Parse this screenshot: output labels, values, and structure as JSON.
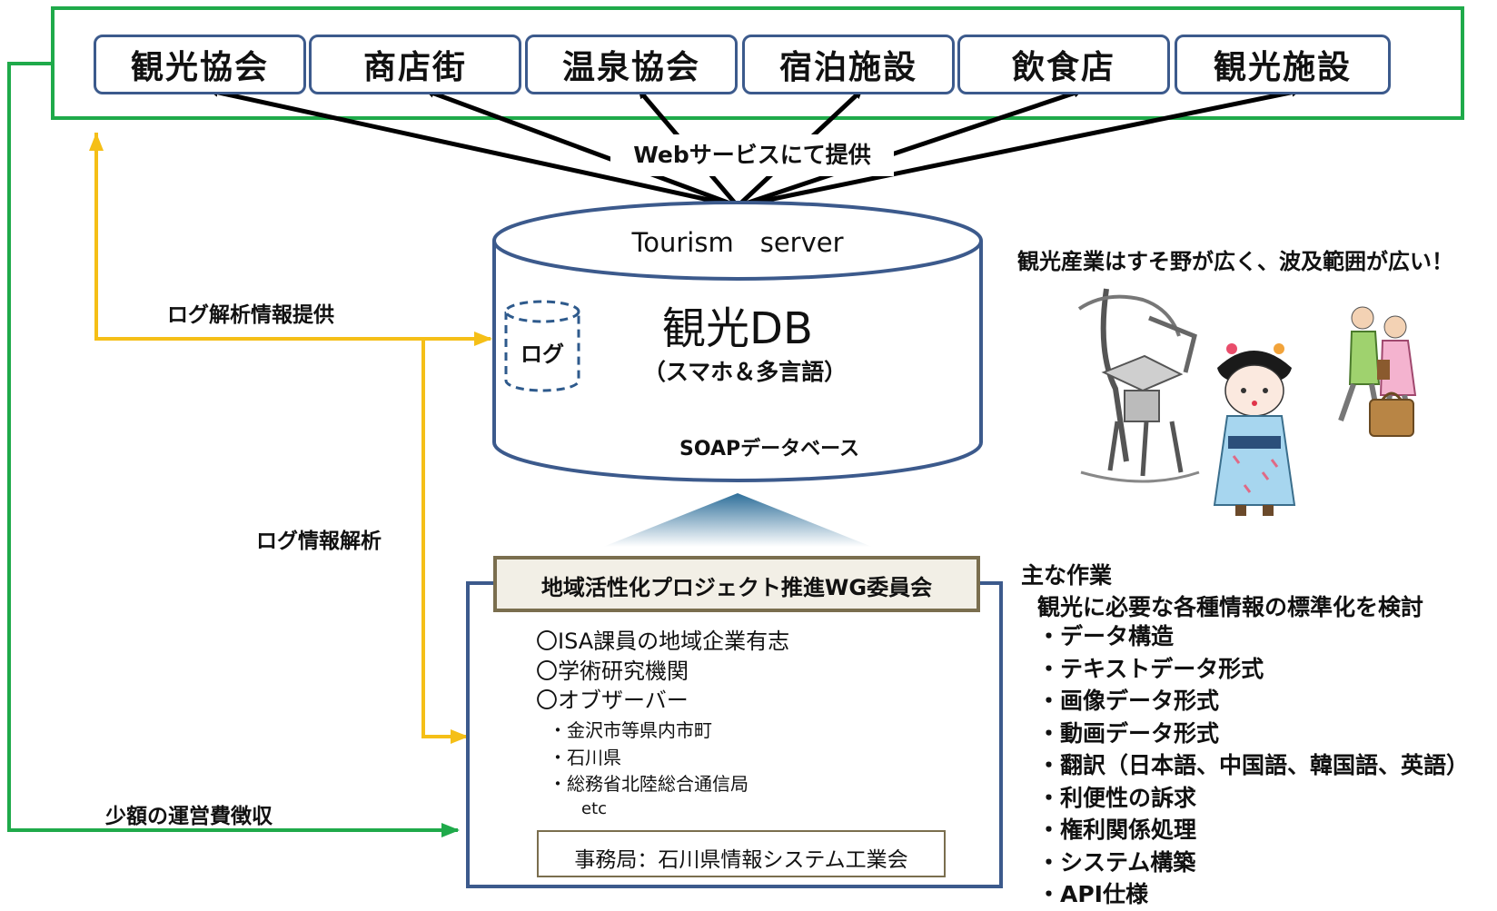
{
  "organizations": [
    "観光協会",
    "商店街",
    "温泉協会",
    "宿泊施設",
    "飲食店",
    "観光施設"
  ],
  "web_service_label": "Webサービスにて提供",
  "server": {
    "title": "Tourism　server",
    "db_title": "観光DB",
    "db_subtitle": "（スマホ＆多言語）",
    "log_label": "ログ",
    "soap_label": "SOAPデータベース"
  },
  "flows": {
    "log_info_provide": "ログ解析情報提供",
    "log_analysis": "ログ情報解析",
    "fee": "少額の運営費徴収"
  },
  "committee": {
    "title": "地域活性化プロジェクト推進WG委員会",
    "members": [
      "〇ISA課員の地域企業有志",
      "〇学術研究機関",
      "〇オブザーバー"
    ],
    "observers": [
      "・金沢市等県内市町",
      "・石川県",
      "・総務省北陸総合通信局"
    ],
    "observers_etc": "etc",
    "office": "事務局：石川県情報システム工業会"
  },
  "tourism_note": "観光産業はすそ野が広く、波及範囲が広い！",
  "tasks": {
    "heading": "主な作業",
    "subheading": "観光に必要な各種情報の標準化を検討",
    "items": [
      "・データ構造",
      "・テキストデータ形式",
      "・画像データ形式",
      "・動画データ形式",
      "・翻訳（日本語、中国語、韓国語、英語）",
      "・利便性の訴求",
      "・権利関係処理",
      "・システム構築",
      "・API仕様"
    ]
  },
  "colors": {
    "green": "#1faa4a",
    "yellow": "#f5bf17",
    "box_border": "#3c5a8c",
    "committee_border": "#7a6e4e"
  }
}
